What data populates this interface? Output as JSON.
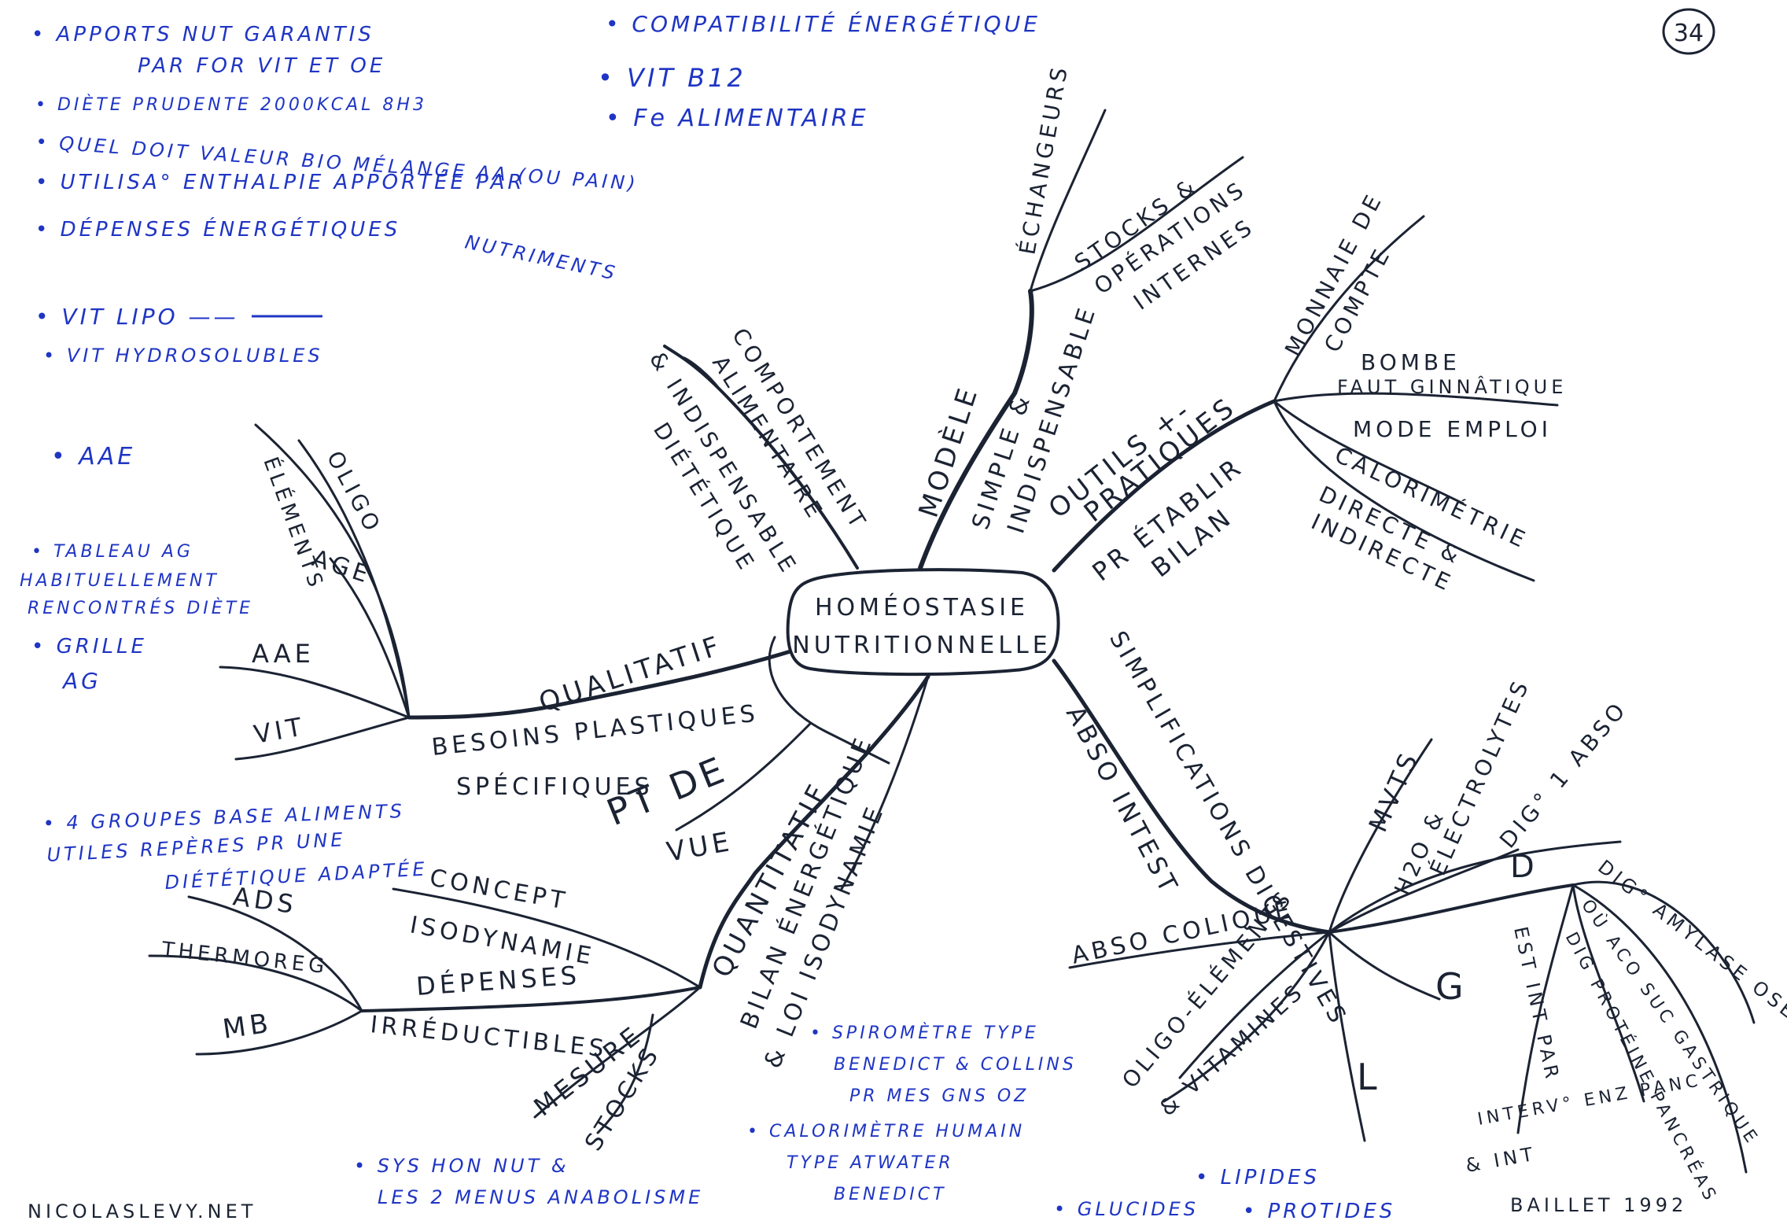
{
  "page_number": "34",
  "center": {
    "line1": "HOMÉOSTASIE",
    "line2": "NUTRITIONNELLE"
  },
  "branches": {
    "modele": {
      "label": "MODÈLE",
      "sub1": "SIMPLE &",
      "sub2": "INDISPENSABLE",
      "children": [
        "ÉCHANGEURS",
        "STOCKS &",
        "OPÉRATIONS",
        "INTERNES"
      ]
    },
    "comportement": {
      "lines": [
        "COMPORTEMENT",
        "ALIMENTAIRE",
        "& INDISPENSABLE",
        "DIÉTÉTIQUE"
      ]
    },
    "outils": {
      "label": "OUTILS +-",
      "label2": "PRATIQUES",
      "sub1": "PR ÉTABLIR",
      "sub2": "BILAN",
      "children": [
        "MONNAIE DE",
        "COMPTE",
        "BOMBE",
        "FAUT GINNÂTIQUE",
        "MODE EMPLOI",
        "CALORIMÉTRIE",
        "DIRECTE &",
        "INDIRECTE"
      ]
    },
    "qualitatif": {
      "label": "QUALITATIF",
      "besoins1": "BESOINS PLASTIQUES",
      "besoins2": "SPÉCIFIQUES",
      "children": [
        "OLIGO",
        "ÉLÉMENTS",
        "AGE",
        "AAE",
        "VIT"
      ]
    },
    "pt_de_vue": {
      "line1": "PT DE",
      "line2": "VUE"
    },
    "quantitatif": {
      "label": "QUANTITATIF",
      "bilan1": "BILAN ÉNERGÉTIQUE",
      "bilan2": "& LOI ISODYNAMIE",
      "concept1": "CONCEPT",
      "concept2": "ISODYNAMIE",
      "depenses": "DÉPENSES",
      "irreductibles": "IRRÉDUCTIBLES",
      "mesure": "MESURE",
      "stocks": "STOCKS",
      "children": [
        "ADS",
        "THERMOREG",
        "MB"
      ]
    },
    "simplifications": {
      "label1": "SIMPLIFICATIONS DIGESTIVES",
      "label2": "ABSO INTEST",
      "children": [
        "ABSO COLIQUE",
        "OLIGO-ÉLÉMENTS",
        "& VITAMINES",
        "MVTS",
        "H2O &",
        "ÉLECTROLYTES",
        "DIG° 1 ABSO",
        "D",
        "G",
        "L",
        "DIG° AMYLASE OSEST",
        "OÙ ACO SUC GASTRIQUE",
        "DIG PROTÉINE PANCRÉAS",
        "EST INT PAR",
        "INTERV° ENZ PANC",
        "& INT"
      ]
    }
  },
  "notes": {
    "top_left": [
      "• APPORTS NUT GARANTIS",
      "PAR FOR VIT ET OE",
      "• DIÈTE PRUDENTE 2000KCAL 8H3",
      "• QUEL DOIT VALEUR BIO MÉLANGE AA (OU PAIN)",
      "• UTILISA° ENTHALPIE APPORTÉE PAR",
      "• DÉPENSES ÉNERGÉTIQUES",
      "NUTRIMENTS",
      "• VIT LIPO ——",
      "• VIT HYDROSOLUBLES",
      "• AAE"
    ],
    "top_center": [
      "• COMPATIBILITÉ ÉNERGÉTIQUE",
      "• VIT B12",
      "• Fe ALIMENTAIRE"
    ],
    "left_mid": [
      "• TABLEAU AG",
      "HABITUELLEMENT",
      "RENCONTRÉS DIÈTE",
      "• GRILLE",
      "AG"
    ],
    "left_groups": [
      "• 4 GROUPES BASE ALIMENTS",
      "UTILES REPÈRES PR UNE",
      "DIÉTÉTIQUE ADAPTÉE"
    ],
    "bottom_center": [
      "• SPIROMÈTRE TYPE",
      "BENEDICT & COLLINS",
      "PR MES GNS OZ",
      "• CALORIMÈTRE HUMAIN",
      "TYPE ATWATER",
      "BENEDICT"
    ],
    "bottom_left": [
      "• SYS HON NUT &",
      "LES 2 MENUS ANABOLISME"
    ],
    "bottom_right": [
      "• GLUCIDES",
      "• LIPIDES",
      "• PROTIDES"
    ]
  },
  "footer": {
    "site": "NICOLASLEVY.NET",
    "credit": "BAILLET 1992"
  }
}
